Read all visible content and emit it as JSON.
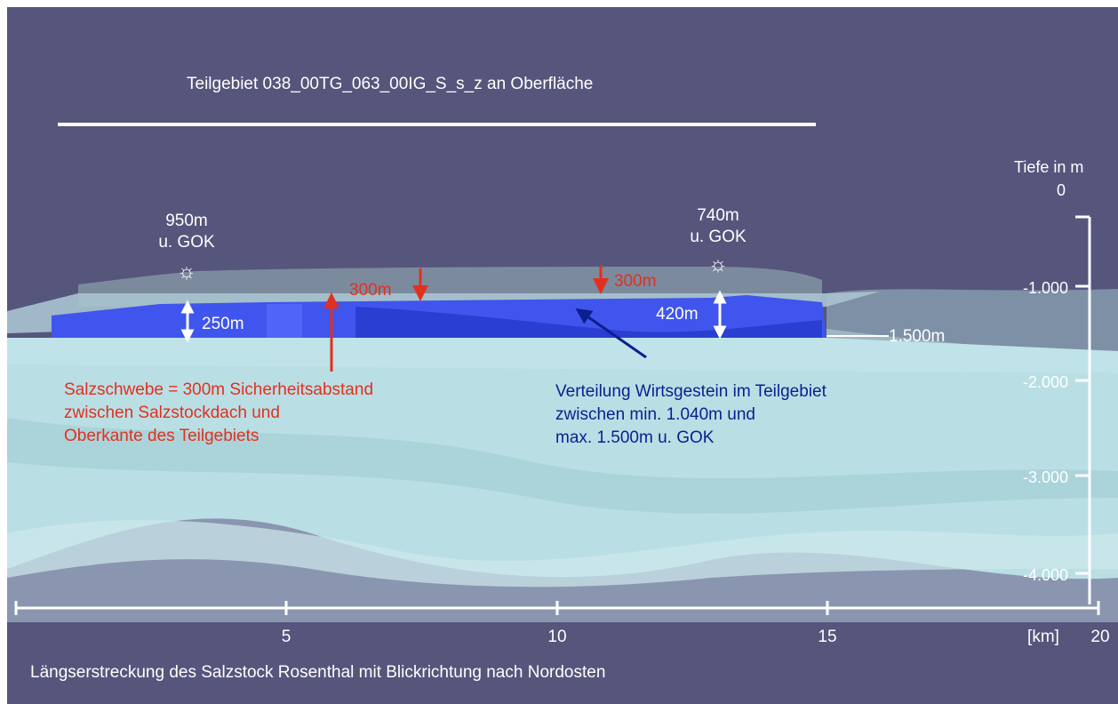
{
  "title": "Teilgebiet 038_00TG_063_00IG_S_s_z an Oberfläche",
  "caption": "Längserstreckung des Salzstock Rosenthal mit Blickrichtung nach Nordosten",
  "depth_axis": {
    "label": "Tiefe in m",
    "ticks": [
      "0",
      "-1.000",
      "-2.000",
      "-3.000",
      "-4.000"
    ]
  },
  "x_axis": {
    "ticks": [
      "5",
      "10",
      "15",
      "20"
    ],
    "unit": "[km]"
  },
  "markers": [
    {
      "depth": "950m",
      "ref": "u. GOK",
      "icon": "sun-icon"
    },
    {
      "depth": "740m",
      "ref": "u. GOK",
      "icon": "sun-icon"
    }
  ],
  "measurements": {
    "salt_cap_left": "300m",
    "salt_cap_right": "300m",
    "thickness_left": "250m",
    "thickness_right": "420m",
    "max_depth": "1.500m"
  },
  "annotations": {
    "red": [
      "Salzschwebe = 300m Sicherheitsabstand",
      "zwischen Salzstockdach und",
      "Oberkante des Teilgebiets"
    ],
    "blue": [
      "Verteilung Wirtsgestein im Teilgebiet",
      "zwischen min. 1.040m und",
      "max. 1.500m u. GOK"
    ]
  },
  "colors": {
    "background": "#56557c",
    "host_rock": "#3f55ee",
    "salt_body": "#b9dfe4",
    "red_annotation": "#e2301f",
    "blue_annotation": "#0d1e8f",
    "text_light": "#ffffff"
  }
}
